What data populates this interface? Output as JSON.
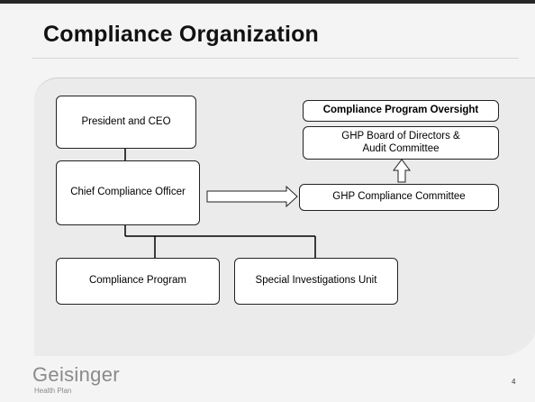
{
  "slide": {
    "title": "Compliance Organization",
    "page_number": "4"
  },
  "org_chart": {
    "president": "President and CEO",
    "cco": "Chief Compliance Officer",
    "compliance_program": "Compliance Program",
    "siu": "Special Investigations Unit"
  },
  "oversight": {
    "heading": "Compliance Program Oversight",
    "board_line1": "GHP Board of Directors &",
    "board_line2": "Audit Committee",
    "committee": "GHP Compliance Committee"
  },
  "footer": {
    "logo_main": "Geisinger",
    "logo_sub": "Health Plan"
  }
}
